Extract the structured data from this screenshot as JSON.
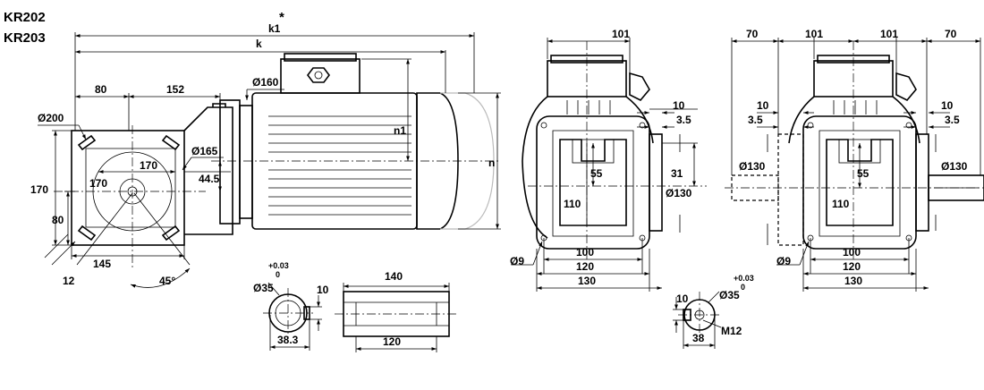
{
  "titles": [
    "KR202",
    "KR203"
  ],
  "labels": {
    "k1": "k1",
    "k1_star": "*",
    "k": "k",
    "n": "n",
    "n1": "n1",
    "d160": "Ø160",
    "d200": "Ø200",
    "d165": "Ø165",
    "d130a": "Ø130",
    "d130b": "Ø130",
    "d130c": "Ø130",
    "d9a": "Ø9",
    "d9b": "Ø9",
    "d35a": "Ø35",
    "d35b": "Ø35",
    "tol_plus_a": "+0.03",
    "tol_zero_a": "0",
    "tol_plus_b": "+0.03",
    "tol_zero_b": "0",
    "v80_top": "80",
    "v152": "152",
    "v170_h": "170",
    "v170_v": "170",
    "v170_left": "170",
    "v80_left": "80",
    "v44_5": "44.5",
    "v145": "145",
    "v12": "12",
    "v45deg": "45°",
    "v101_a": "101",
    "v10_a": "10",
    "v3_5_a": "3.5",
    "v31": "31",
    "v55_a": "55",
    "v110_a": "110",
    "v100_a": "100",
    "v120_a": "120",
    "v130_a": "130",
    "v70_l": "70",
    "v101_b": "101",
    "v101_c": "101",
    "v70_r": "70",
    "v10_bl": "10",
    "v3_5_bl": "3.5",
    "v10_br": "10",
    "v3_5_br": "3.5",
    "v55_b": "55",
    "v110_b": "110",
    "v100_b": "100",
    "v120_b": "120",
    "v130_b": "130",
    "v10_shaft": "10",
    "v38_3": "38.3",
    "v140": "140",
    "v120_shaft": "120",
    "v10_key": "10",
    "v38": "38",
    "m12": "M12"
  }
}
